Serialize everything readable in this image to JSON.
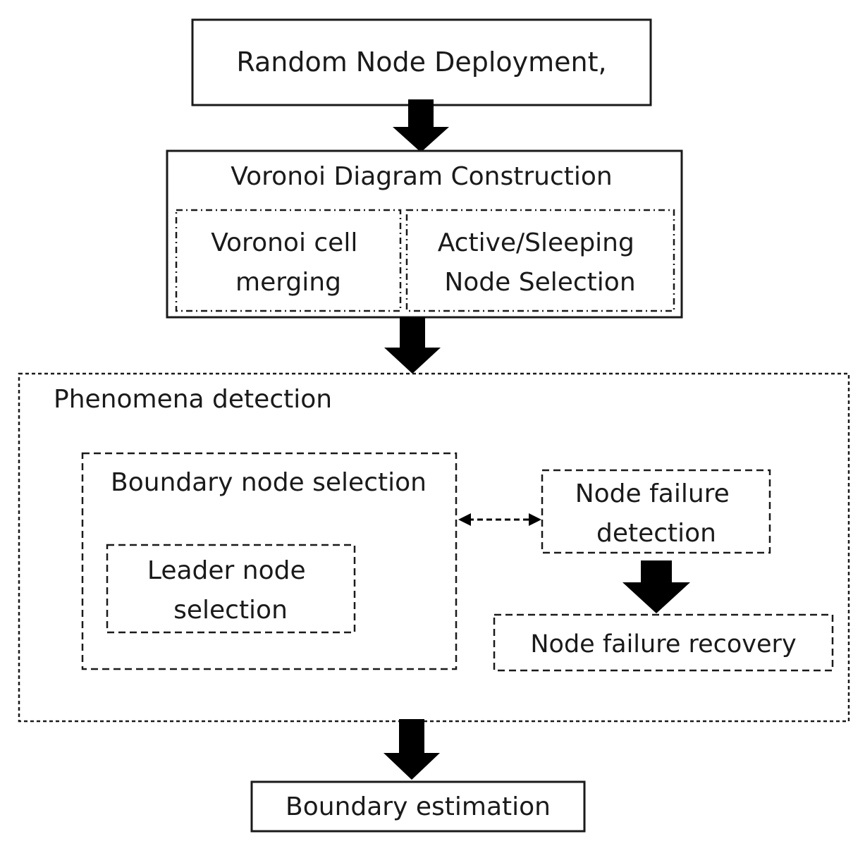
{
  "diagram": {
    "nodes": {
      "random_deployment": "Random Node Deployment,",
      "voronoi_construction": "Voronoi Diagram Construction",
      "voronoi_merge": [
        "Voronoi cell",
        "merging"
      ],
      "active_sleeping": [
        "Active/Sleeping",
        "Node Selection"
      ],
      "phenomena": "Phenomena detection",
      "boundary_selection": "Boundary node selection",
      "leader_selection": [
        "Leader node",
        "selection"
      ],
      "failure_detection": [
        "Node failure",
        "detection"
      ],
      "failure_recovery": "Node failure recovery",
      "boundary_estimation": "Boundary estimation"
    }
  }
}
